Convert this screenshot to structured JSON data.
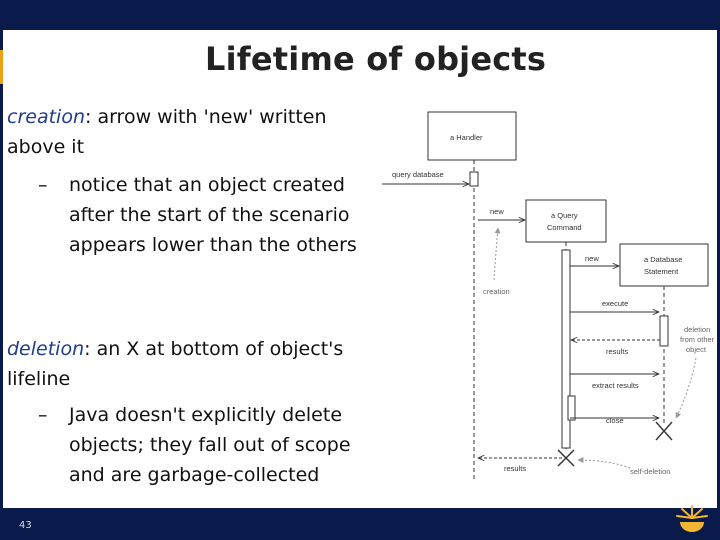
{
  "slide": {
    "title": "Lifetime of objects",
    "number": "43",
    "creation": {
      "keyword": "creation",
      "text": ":  arrow with 'new' written above it",
      "sub_dash": "–",
      "sub_text": "notice that an object created after the start of the scenario appears lower than the others"
    },
    "deletion": {
      "keyword": "deletion",
      "text": ": an X at bottom of object's lifeline",
      "sub_dash": "–",
      "sub_text": "Java doesn't explicitly delete objects; they fall out of scope and are garbage-collected"
    }
  },
  "diagram": {
    "handler": "a Handler",
    "query_command_1": "a Query",
    "query_command_2": "Command",
    "db_statement_1": "a Database",
    "db_statement_2": "Statement",
    "msg_query_database": "query database",
    "msg_new_1": "new",
    "msg_new_2": "new",
    "msg_execute": "execute",
    "msg_results_1": "results",
    "msg_extract": "extract results",
    "msg_close": "close",
    "msg_results_2": "results",
    "note_creation": "creation",
    "note_deletion_1": "deletion",
    "note_deletion_2": "from other",
    "note_deletion_3": "object",
    "note_self_deletion": "self-deletion"
  },
  "colors": {
    "frame": "#0a1a4a",
    "keyword": "#1f3c8f",
    "accent": "#e8a317"
  }
}
